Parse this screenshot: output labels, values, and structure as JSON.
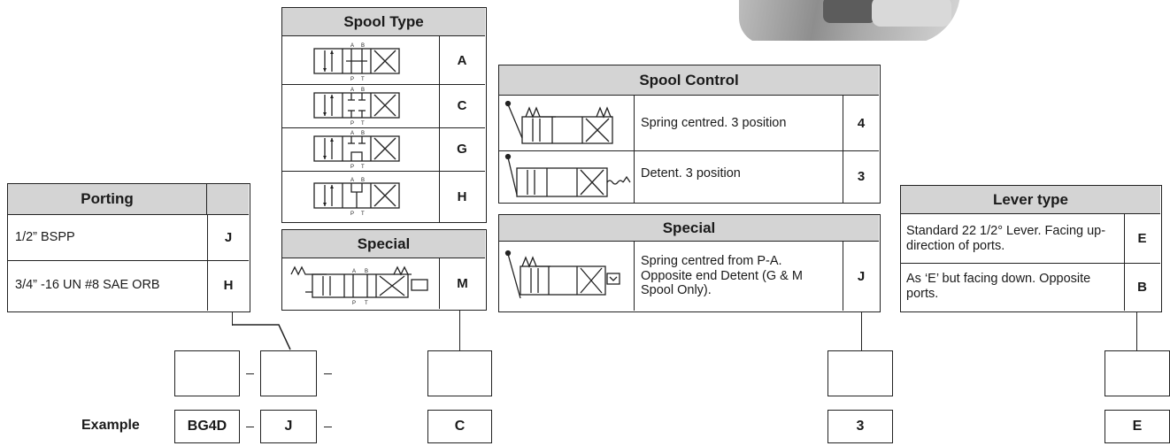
{
  "spool_type": {
    "title": "Spool Type",
    "rows": [
      {
        "code": "A",
        "icon": "spool-a-symbol"
      },
      {
        "code": "C",
        "icon": "spool-c-symbol"
      },
      {
        "code": "G",
        "icon": "spool-g-symbol"
      },
      {
        "code": "H",
        "icon": "spool-h-symbol"
      }
    ],
    "port_labels": {
      "a": "A",
      "b": "B",
      "p": "P",
      "t": "T"
    }
  },
  "spool_special": {
    "title": "Special",
    "rows": [
      {
        "code": "M",
        "icon": "spool-m-symbol"
      }
    ]
  },
  "porting": {
    "title": "Porting",
    "rows": [
      {
        "label": "1/2” BSPP",
        "code": "J"
      },
      {
        "label": "3/4” -16 UN #8 SAE ORB",
        "code": "H"
      }
    ]
  },
  "spool_control": {
    "title": "Spool Control",
    "rows": [
      {
        "label": "Spring centred. 3 position",
        "code": "4",
        "icon": "spring-centred-lever-symbol"
      },
      {
        "label": "Detent. 3 position",
        "code": "3",
        "icon": "detent-lever-symbol"
      }
    ]
  },
  "control_special": {
    "title": "Special",
    "rows": [
      {
        "label": "Spring centred from P-A. Opposite end Detent (G & M Spool Only).",
        "code": "J",
        "icon": "spring-detent-lever-symbol"
      }
    ]
  },
  "lever_type": {
    "title": "Lever type",
    "rows": [
      {
        "label": "Standard 22 1/2° Lever. Facing up-direction of ports.",
        "code": "E"
      },
      {
        "label": "As ‘E’ but facing down. Opposite ports.",
        "code": "B"
      }
    ]
  },
  "order_code": {
    "example_label": "Example",
    "separator": "–",
    "example_values": {
      "model": "BG4D",
      "porting": "J",
      "spool": "C",
      "control": "3",
      "lever": "E"
    }
  },
  "colors": {
    "header_fill": "#d4d4d4",
    "border": "#222222",
    "text": "#1a1a1a"
  }
}
